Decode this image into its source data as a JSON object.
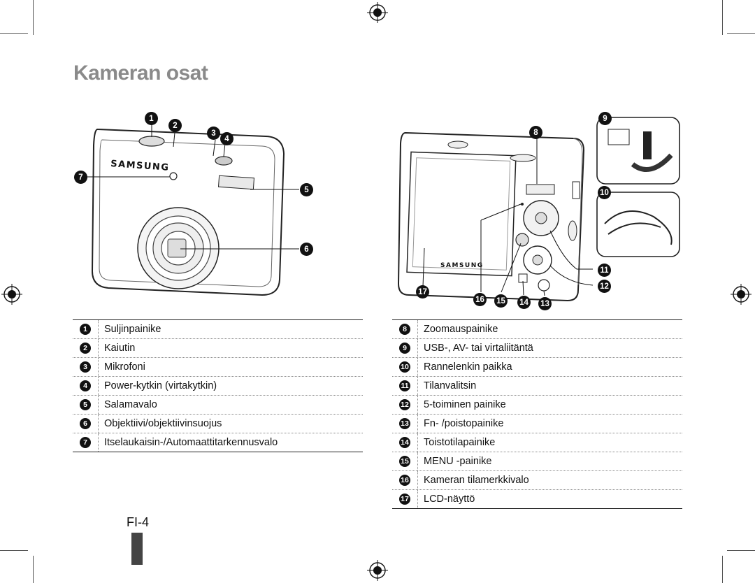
{
  "page": {
    "title": "Kameran osat",
    "page_number": "FI-4"
  },
  "figures": {
    "brand": "SAMSUNG"
  },
  "callouts": [
    "1",
    "2",
    "3",
    "4",
    "5",
    "6",
    "7",
    "8",
    "9",
    "10",
    "11",
    "12",
    "13",
    "14",
    "15",
    "16",
    "17"
  ],
  "legend_left": [
    {
      "num": "1",
      "label": "Suljinpainike"
    },
    {
      "num": "2",
      "label": "Kaiutin"
    },
    {
      "num": "3",
      "label": "Mikrofoni"
    },
    {
      "num": "4",
      "label": "Power-kytkin (virtakytkin)"
    },
    {
      "num": "5",
      "label": "Salamavalo"
    },
    {
      "num": "6",
      "label": "Objektiivi/objektiivinsuojus"
    },
    {
      "num": "7",
      "label": "Itselaukaisin-/Automaattitarkennusvalo"
    }
  ],
  "legend_right": [
    {
      "num": "8",
      "label": "Zoomauspainike"
    },
    {
      "num": "9",
      "label": "USB-, AV- tai virtaliitäntä"
    },
    {
      "num": "10",
      "label": "Rannelenkin paikka"
    },
    {
      "num": "11",
      "label": "Tilanvalitsin"
    },
    {
      "num": "12",
      "label": "5-toiminen painike"
    },
    {
      "num": "13",
      "label": "Fn- /poistopainike"
    },
    {
      "num": "14",
      "label": "Toistotilapainike"
    },
    {
      "num": "15",
      "label": "MENU -painike"
    },
    {
      "num": "16",
      "label": "Kameran tilamerkkivalo"
    },
    {
      "num": "17",
      "label": "LCD-näyttö"
    }
  ]
}
